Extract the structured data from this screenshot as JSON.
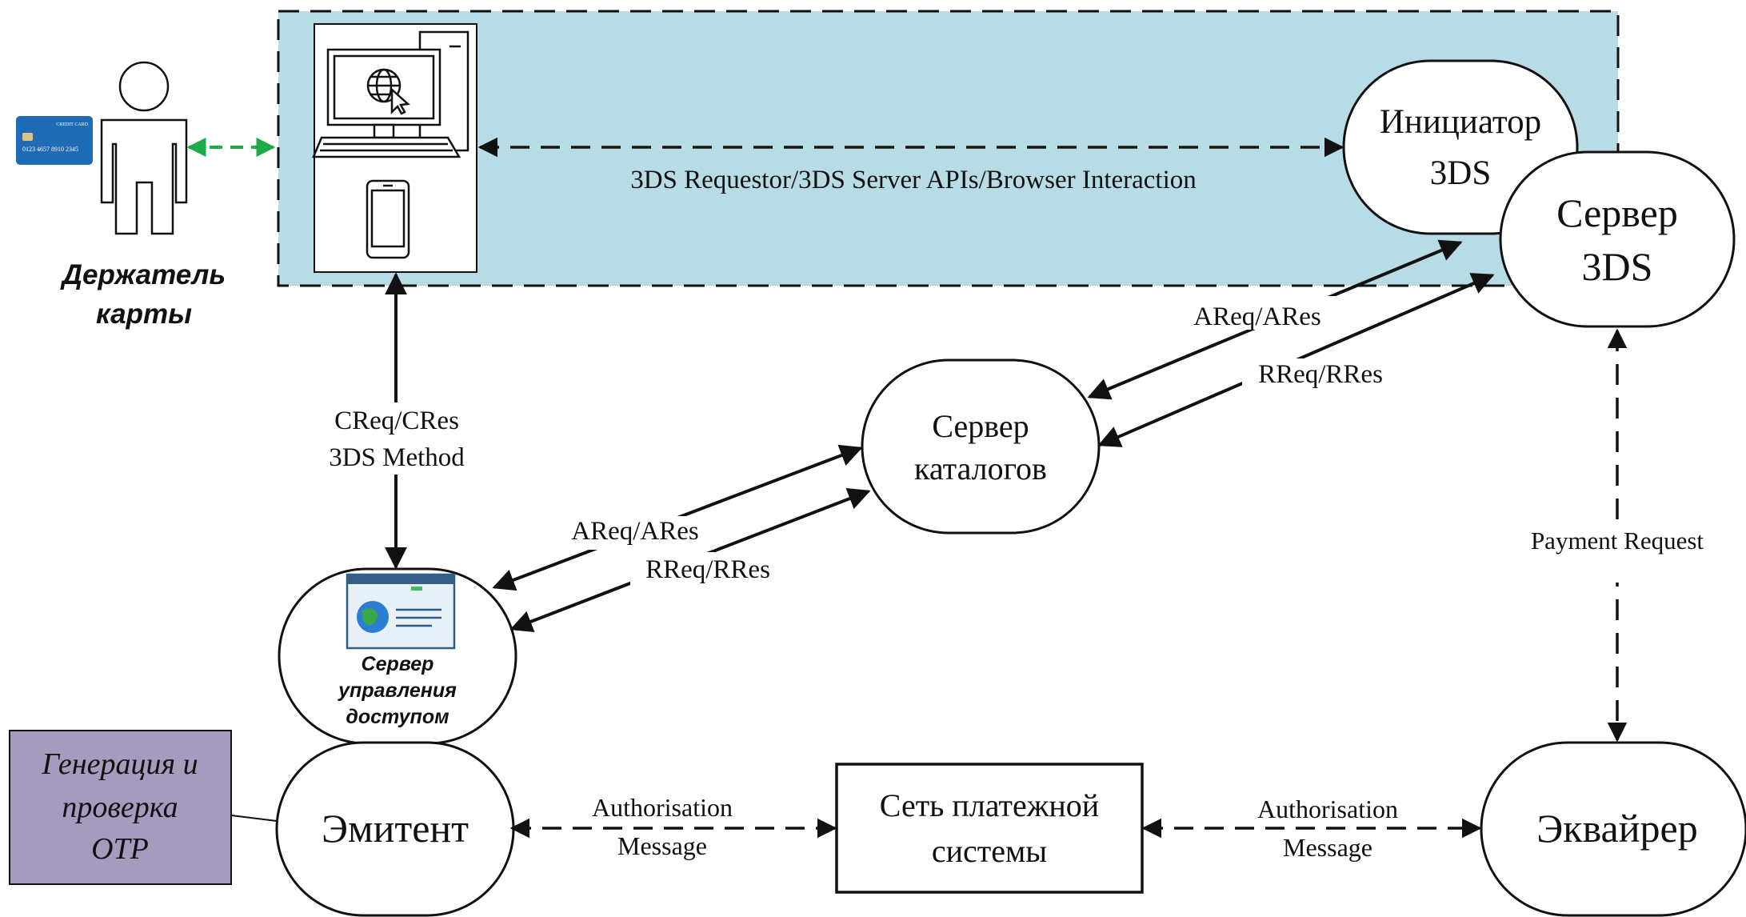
{
  "colors": {
    "frame_fill": "#b7dce6",
    "otp_fill": "#a59bbe",
    "bidirectional_green": "#1faa4a",
    "stroke": "#111111"
  },
  "cardholder": {
    "label_line1": "Держатель",
    "label_line2": "карты",
    "card_text": "CREDIT CARD",
    "card_number": "0123 4657 8910 2345"
  },
  "nodes": {
    "initiator": {
      "line1": "Инициатор",
      "line2": "3DS"
    },
    "server3ds": {
      "line1": "Сервер",
      "line2": "3DS"
    },
    "directory": {
      "line1": "Сервер",
      "line2": "каталогов"
    },
    "acs": {
      "line1": "Сервер",
      "line2": "управления",
      "line3": "доступом"
    },
    "issuer": {
      "label": "Эмитент"
    },
    "network": {
      "line1": "Сеть платежной",
      "line2": "системы"
    },
    "acquirer": {
      "label": "Эквайрер"
    },
    "otp": {
      "line1": "Генерация и",
      "line2": "проверка",
      "line3": "OTP"
    }
  },
  "edges": {
    "requestor_api": "3DS Requestor/3DS Server APIs/Browser Interaction",
    "creq_line1": "CReq/CRes",
    "creq_line2": "3DS Method",
    "areq_top": "AReq/ARes",
    "rreq_top": "RReq/RRes",
    "areq_bottom": "AReq/ARes",
    "rreq_bottom": "RReq/RRes",
    "payment_request": "Payment Request",
    "auth_left_line1": "Authorisation",
    "auth_left_line2": "Message",
    "auth_right_line1": "Authorisation",
    "auth_right_line2": "Message"
  },
  "icons": [
    "person-icon",
    "credit-card-icon",
    "desktop-computer-icon",
    "globe-cursor-icon",
    "smartphone-icon",
    "browser-window-icon"
  ]
}
